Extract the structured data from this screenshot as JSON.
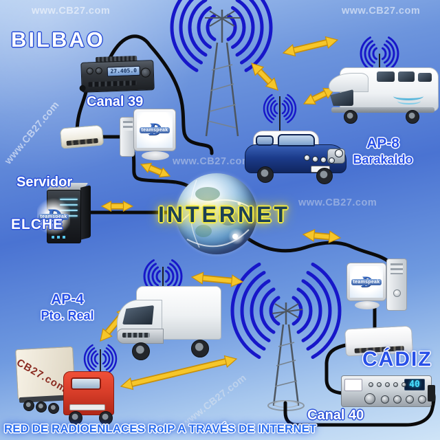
{
  "watermark_text": "www.CB27.com",
  "internet_label": "INTERNET",
  "caption": "RED DE RADIOENLACES RoIP A TRAVÉS DE INTERNET",
  "teamspeak_wordmark": "teamspeak",
  "teamspeak_logo_glyph": "D",
  "truck_branding": "CB27.com",
  "stations": {
    "bilbao": {
      "name": "BILBAO",
      "channel": "Canal 39",
      "radio_display": "27.405.0"
    },
    "elche": {
      "role": "Servidor",
      "name": "ELCHE"
    },
    "barakaldo": {
      "ap": "AP-8",
      "name": "Barakaldo"
    },
    "pto_real": {
      "ap": "AP-4",
      "name": "Pto. Real"
    },
    "cadiz": {
      "name": "CÁDIZ",
      "channel": "Canal 40",
      "radio_display": "40"
    }
  },
  "colors": {
    "arrow": "#f6c62a",
    "arrow_border": "#c8900a",
    "wave": "#1717c9",
    "cable": "#0b0b0b",
    "label_blue": "#2850e8",
    "caption_blue": "#2b6ef0"
  }
}
